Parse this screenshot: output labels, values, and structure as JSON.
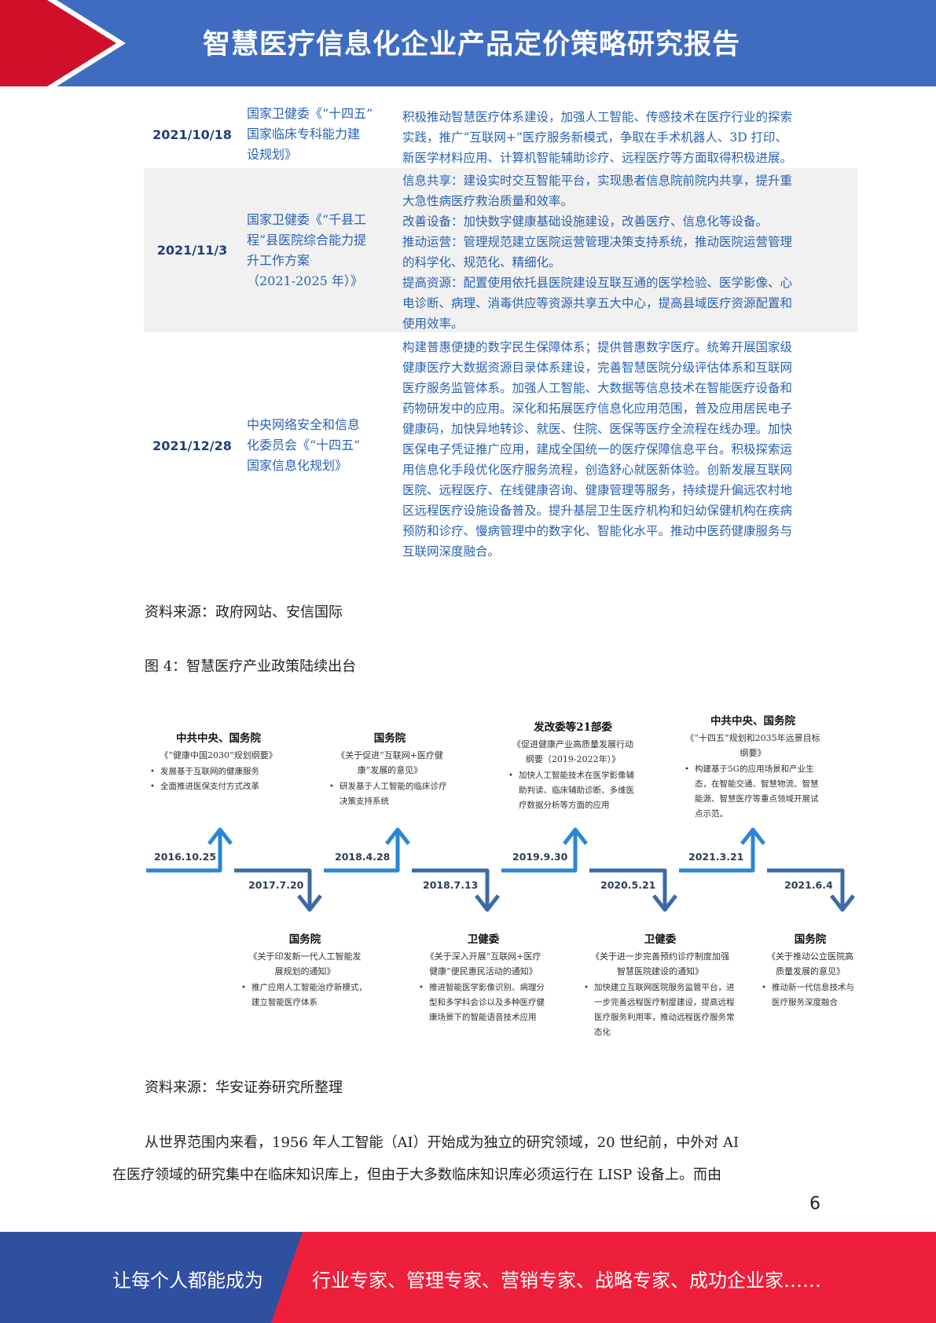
{
  "header": {
    "title": "智慧医疗信息化企业产品定价策略研究报告",
    "colors": {
      "blue": "#3f6cc0",
      "red": "#d0102a"
    }
  },
  "policy_table": {
    "rows": [
      {
        "date": "2021/10/18",
        "title": [
          "国家卫健委《“十四五”",
          "国家临床专科能力建",
          "设规划》"
        ],
        "desc": [
          "积极推动智慧医疗体系建设，加强人工智能、传感技术在医疗行业的探索",
          "实践，推广“互联网+”医疗服务新模式，争取在手术机器人、3D 打印、",
          "新医学材料应用、计算机智能辅助诊疗、远程医疗等方面取得积极进展。"
        ]
      },
      {
        "date": "2021/11/3",
        "title": [
          "国家卫健委《“千县工",
          "程”县医院综合能力提",
          "升工作方案",
          "（2021-2025 年）》"
        ],
        "desc": [
          "信息共享：建设实时交互智能平台，实现患者信息院前院内共享，提升重",
          "大急性病医疗救治质量和效率。",
          "改善设备：加快数字健康基础设施建设，改善医疗、信息化等设备。",
          "推动运营：管理规范建立医院运营管理决策支持系统，推动医院运营管理",
          "的科学化、规范化、精细化。",
          "提高资源：配置使用依托县医院建设互联互通的医学检验、医学影像、心",
          "电诊断、病理、消毒供应等资源共享五大中心，提高县域医疗资源配置和",
          "使用效率。"
        ]
      },
      {
        "date": "2021/12/28",
        "title": [
          "中央网络安全和信息",
          "化委员会《“十四五”",
          "国家信息化规划》"
        ],
        "desc": [
          "构建普惠便捷的数字民生保障体系；提供普惠数字医疗。统筹开展国家级",
          "健康医疗大数据资源目录体系建设，完善智慧医院分级评估体系和互联网",
          "医疗服务监管体系。加强人工智能、大数据等信息技术在智能医疗设备和",
          "药物研发中的应用。深化和拓展医疗信息化应用范围，普及应用居民电子",
          "健康码，加快异地转诊、就医、住院、医保等医疗全流程在线办理。加快",
          "医保电子凭证推广应用，建成全国统一的医疗保障信息平台。积极探索运",
          "用信息化手段优化医疗服务流程，创造舒心就医新体验。创新发展互联网",
          "医院、远程医疗、在线健康咨询、健康管理等服务，持续提升偏远农村地",
          "区远程医疗设施设备普及。提升基层卫生医疗机构和妇幼保健机构在疾病",
          "预防和诊疗、慢病管理中的数字化、智能化水平。推动中医药健康服务与",
          "互联网深度融合。"
        ]
      }
    ]
  },
  "source1": "资料来源：政府网站、安信国际",
  "figure_caption": "图 4：智慧医疗产业政策陆续出台",
  "timeline": {
    "arrow_color": "#2a86d6",
    "arrow_color_dark": "#3e6aa4",
    "dates": [
      "2016.10.25",
      "2017.7.20",
      "2018.4.28",
      "2018.7.13",
      "2019.9.30",
      "2020.5.21",
      "2021.3.21",
      "2021.6.4"
    ],
    "top_events": [
      {
        "org": "中共中央、国务院",
        "doc": [
          "《“健康中国2030”规划纲要》"
        ],
        "bullets": [
          "发展基于互联网的健康服务",
          "全面推进医保支付方式改革"
        ]
      },
      {
        "org": "国务院",
        "doc": [
          "《关于促进“互联网+医疗健",
          "康”发展的意见》"
        ],
        "bullets": [
          "研发基于人工智能的临床诊疗决策支持系统"
        ]
      },
      {
        "org": "发改委等21部委",
        "doc": [
          "《促进健康产业高质量发展行动",
          "纲要（2019-2022年）》"
        ],
        "bullets": [
          "加快人工智能技术在医学影像辅助判读、临床辅助诊断、多维医疗数据分析等方面的应用"
        ]
      },
      {
        "org": "中共中央、国务院",
        "doc": [
          "《“十四五”规划和2035年远景目标",
          "纲要》"
        ],
        "bullets": [
          "构建基于5G的应用场景和产业生态，在智能交通、智慧物流、智慧能源、智慧医疗等重点领域开展试点示范。"
        ]
      }
    ],
    "bottom_events": [
      {
        "org": "国务院",
        "doc": [
          "《关于印发新一代人工智能发",
          "展规划的通知》"
        ],
        "bullets": [
          "推广应用人工智能治疗新模式，建立智能医疗体系"
        ]
      },
      {
        "org": "卫健委",
        "doc": [
          "《关于深入开展“互联网+医疗",
          "健康”便民惠民活动的通知》"
        ],
        "bullets": [
          "推进智能医学影像识别、病理分型和多学科会诊以及多种医疗健康场景下的智能语音技术应用"
        ]
      },
      {
        "org": "卫健委",
        "doc": [
          "《关于进一步完善预约诊疗制度加强",
          "智慧医院建设的通知》"
        ],
        "bullets": [
          "加快建立互联网医院服务监管平台，进一步完善远程医疗制度建设，提高远程医疗服务利用率，推动远程医疗服务常态化"
        ]
      },
      {
        "org": "国务院",
        "doc": [
          "《关于推动公立医院高",
          "质量发展的意见》"
        ],
        "bullets": [
          "推动新一代信息技术与医疗服务深度融合"
        ]
      }
    ]
  },
  "source2": "资料来源：华安证券研究所整理",
  "paragraph": [
    "从世界范围内来看，1956 年人工智能（AI）开始成为独立的研究领域，20 世纪前，中外对 AI",
    "在医疗领域的研究集中在临床知识库上，但由于大多数临床知识库必须运行在 LISP 设备上。而由"
  ],
  "page_number": "6",
  "footer": {
    "left": "让每个人都能成为",
    "right": "行业专家、管理专家、营销专家、战略专家、成功企业家……",
    "colors": {
      "blue": "#2f4fa0",
      "red": "#ee1f3a"
    }
  }
}
